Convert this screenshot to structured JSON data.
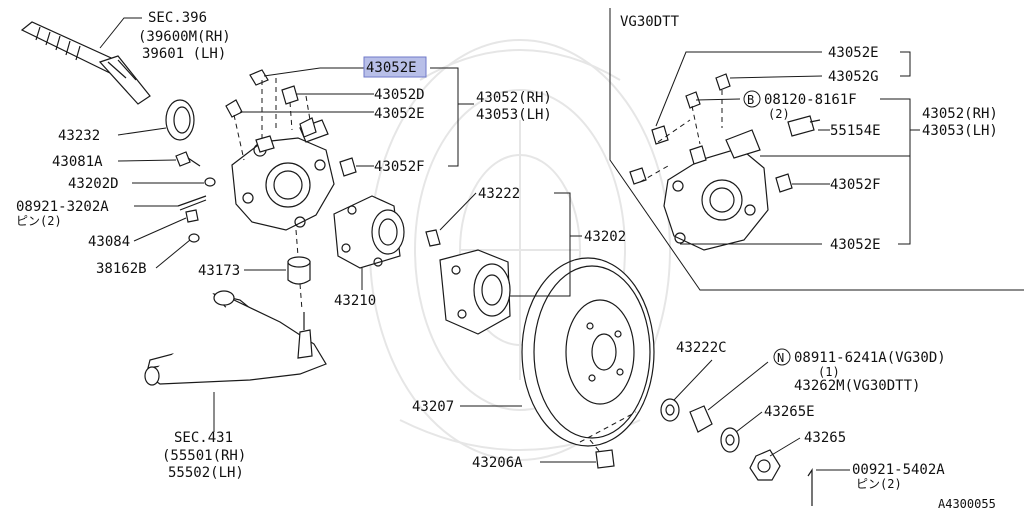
{
  "diagram_code": "A4300055",
  "variant_label": "VG30DTT",
  "highlight_color": "#b8bfe8",
  "labels": {
    "sec396": "SEC.396",
    "p39600": "(39600M(RH)",
    "p39601": "39601 (LH)",
    "p43052E_sel": "43052E",
    "p43052D": "43052D",
    "p43052E_b": "43052E",
    "p43052F": "43052F",
    "p43052rh": "43052(RH)",
    "p43053lh": "43053(LH)",
    "p43232": "43232",
    "p43081A": "43081A",
    "p43202D": "43202D",
    "p08921": "08921-3202A",
    "p08921_sub": "ピン(2)",
    "p43084": "43084",
    "p38162B": "38162B",
    "p43173": "43173",
    "p43210": "43210",
    "p43222": "43222",
    "p43202": "43202",
    "p43207": "43207",
    "p43206A": "43206A",
    "p43222C": "43222C",
    "pN": "N",
    "p08911": "08911-6241A(VG30D)",
    "p08911_sub": "(1)",
    "p43262M": "43262M(VG30DTT)",
    "p43265E": "43265E",
    "p43265": "43265",
    "p00921": "00921-5402A",
    "p00921_sub": "ピン(2)",
    "sec431": "SEC.431",
    "p55501": "(55501(RH)",
    "p55502": "55502(LH)",
    "v43052E_top": "43052E",
    "v43052G": "43052G",
    "vB": "B",
    "v08120": "08120-8161F",
    "v08120_sub": "(2)",
    "v55154E": "55154E",
    "v43052rh": "43052(RH)",
    "v43053lh": "43053(LH)",
    "v43052F": "43052F",
    "v43052E_bot": "43052E"
  }
}
